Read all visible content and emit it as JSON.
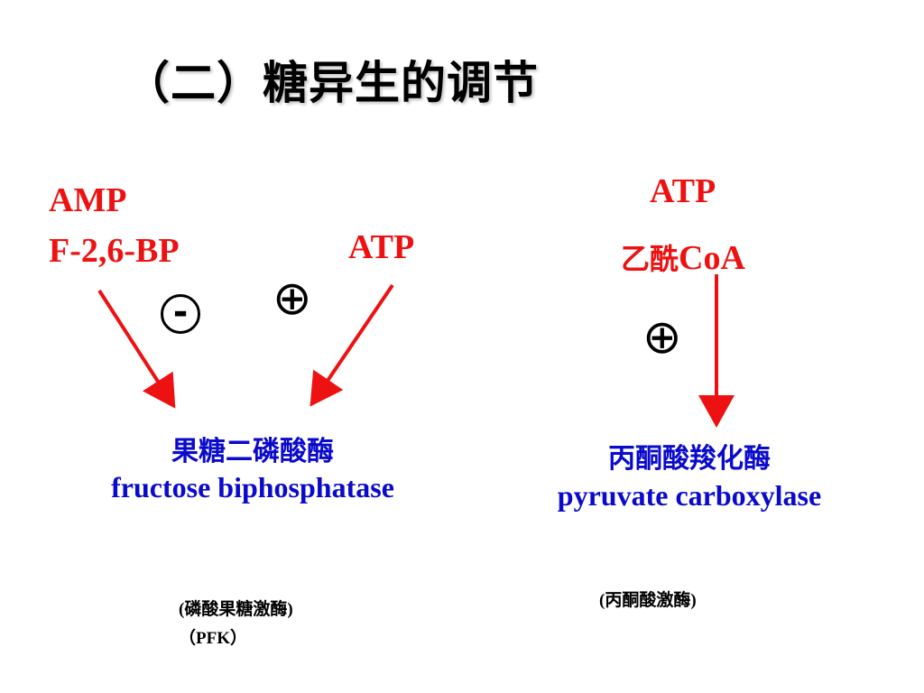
{
  "title": "（二）糖异生的调节",
  "left": {
    "activators_neg_1": "AMP",
    "activators_neg_2": "F-2,6-BP",
    "activator_pos": "ATP",
    "minus_sign": "-",
    "plus_sign": "⊕",
    "enzyme_cn": "果糖二磷酸酶",
    "enzyme_en": "fructose biphosphatase",
    "note_line1": "(磷酸果糖激酶)",
    "note_line2": "（PFK）"
  },
  "right": {
    "activator_1": "ATP",
    "activator_2_cn": "乙酰",
    "activator_2_en": "CoA",
    "plus_sign": "⊕",
    "enzyme_cn": "丙酮酸羧化酶",
    "enzyme_en": "pyruvate carboxylase",
    "note": "(丙酮酸激酶)"
  },
  "colors": {
    "regulator": "#ee1111",
    "enzyme": "#0a0acc",
    "arrow": "#ee1111"
  },
  "icons": {
    "minus": "minus-circle-icon",
    "plus": "plus-circle-icon",
    "arrow": "arrow-down-icon"
  }
}
